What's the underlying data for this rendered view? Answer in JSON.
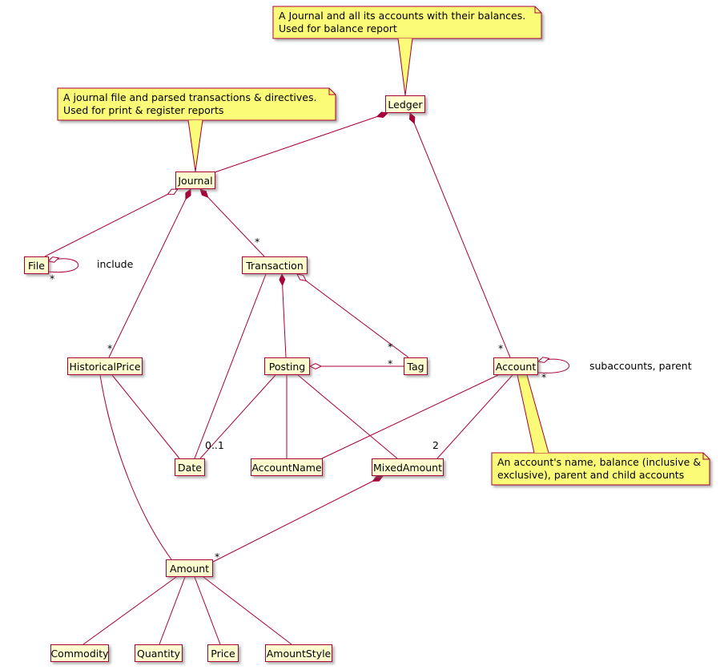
{
  "diagram": {
    "kind": "uml-class-diagram",
    "nodes": {
      "ledger": {
        "label": "Ledger"
      },
      "journal": {
        "label": "Journal"
      },
      "file": {
        "label": "File"
      },
      "transaction": {
        "label": "Transaction"
      },
      "historicalprice": {
        "label": "HistoricalPrice"
      },
      "posting": {
        "label": "Posting"
      },
      "tag": {
        "label": "Tag"
      },
      "account": {
        "label": "Account"
      },
      "date": {
        "label": "Date"
      },
      "accountname": {
        "label": "AccountName"
      },
      "mixedamount": {
        "label": "MixedAmount"
      },
      "amount": {
        "label": "Amount"
      },
      "commodity": {
        "label": "Commodity"
      },
      "quantity": {
        "label": "Quantity"
      },
      "price": {
        "label": "Price"
      },
      "amountstyle": {
        "label": "AmountStyle"
      }
    },
    "notes": {
      "ledger_note": {
        "line1": "A Journal and all its accounts with their balances.",
        "line2": "Used for balance report"
      },
      "journal_note": {
        "line1": "A journal file and parsed transactions & directives.",
        "line2": "Used for print & register reports"
      },
      "account_note": {
        "line1": "An account's name, balance (inclusive &",
        "line2": "exclusive), parent and child accounts"
      }
    },
    "edge_labels": {
      "journal_transaction_mult": "*",
      "journal_historicalprice_mult": "*",
      "ledger_account_mult": "*",
      "transaction_tag_mult": "*",
      "posting_tag_mult": "*",
      "posting_date_mult": "0..1",
      "account_mixedamount_mult": "2",
      "mixedamount_amount_mult": "*",
      "file_include_mult": "*",
      "file_include_label": "include",
      "account_loop_mult": "*",
      "account_loop_label": "subaccounts, parent"
    },
    "colors": {
      "node_fill": "#FEFECE",
      "note_fill": "#FBFB77",
      "line": "#A80036",
      "text": "#000000"
    }
  }
}
